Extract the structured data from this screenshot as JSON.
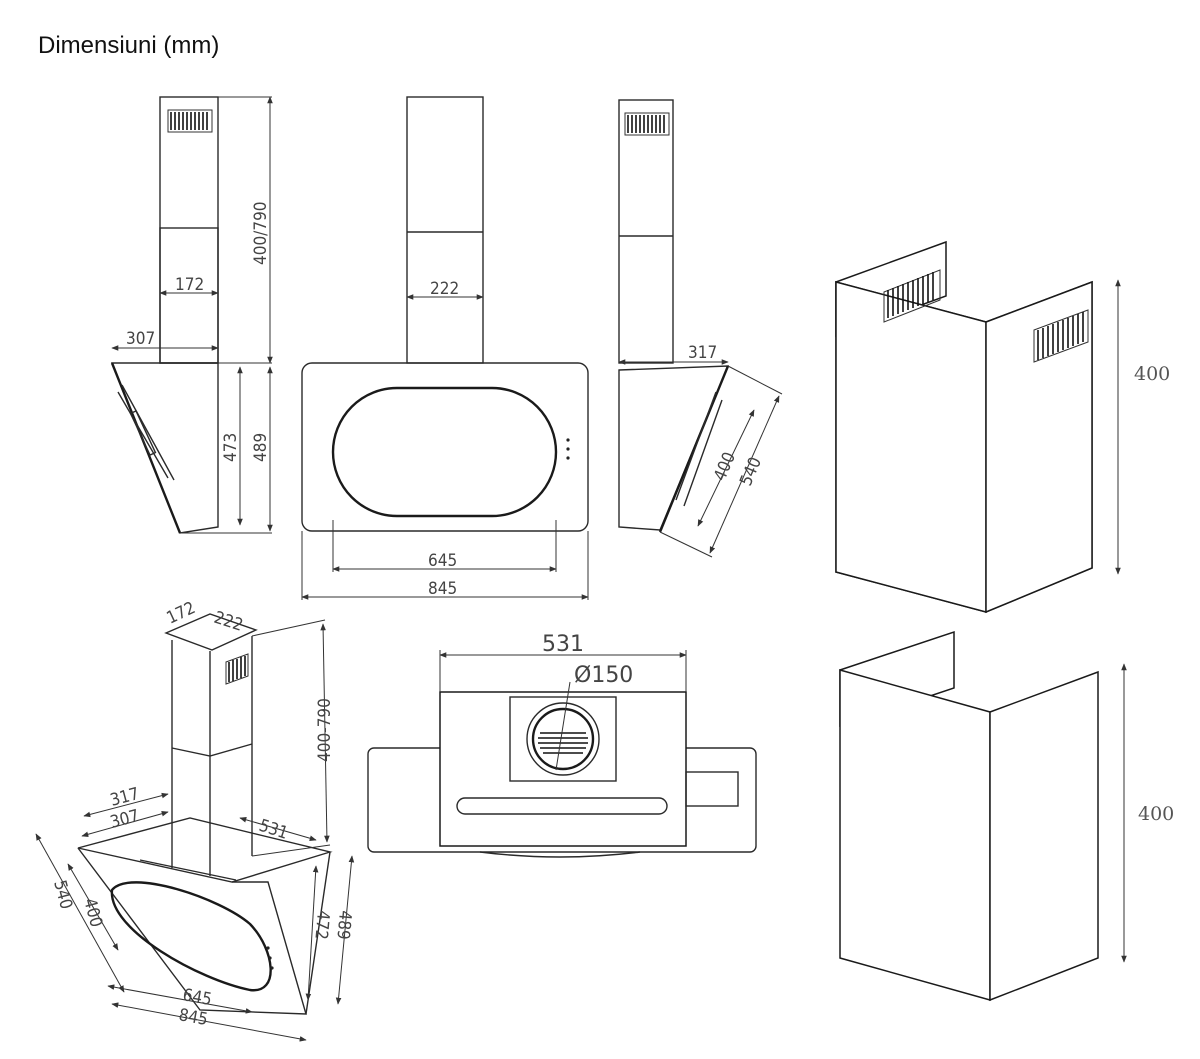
{
  "title": "Dimensiuni (mm)",
  "dims": {
    "d172": "172",
    "d222": "222",
    "d307": "307",
    "d317": "317",
    "d400": "400",
    "d400_790_slash": "400/790",
    "d400_790_dash": "400-790",
    "d473": "473",
    "d489": "489",
    "d472": "472",
    "d540": "540",
    "d645": "645",
    "d845": "845",
    "d531": "531",
    "d150": "Ø150",
    "d400_serif": "400"
  }
}
